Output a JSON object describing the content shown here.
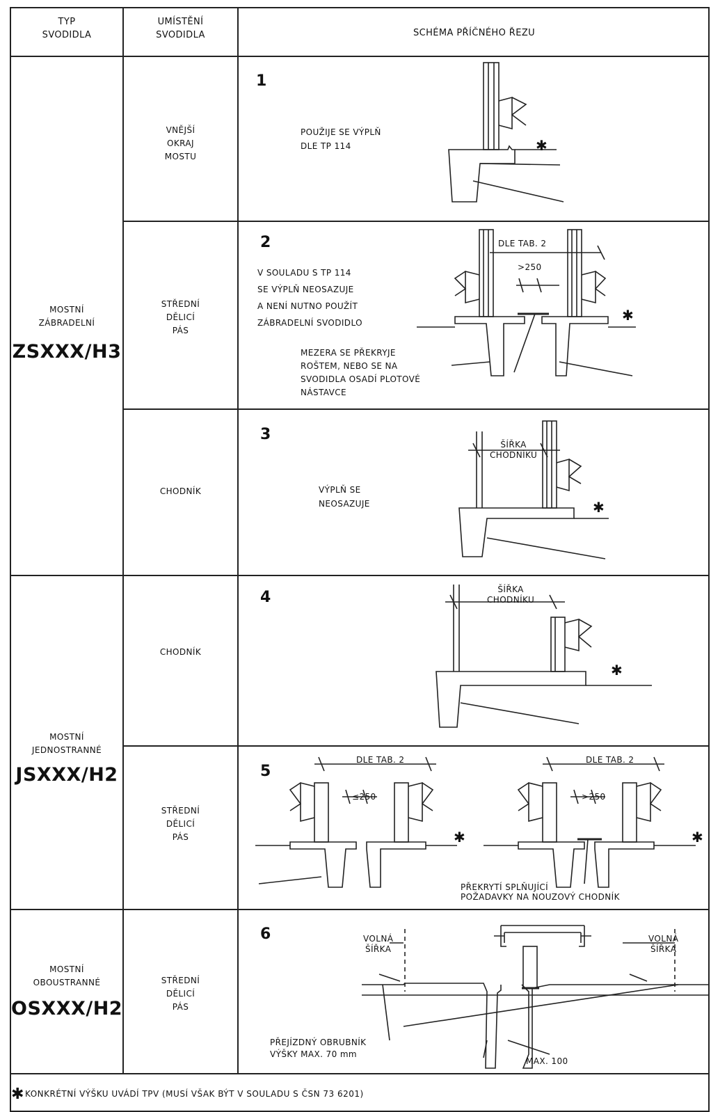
{
  "header": {
    "col1": "TYP\nSVODIDLA",
    "col2": "UMÍSTĚNÍ\nSVODIDLA",
    "col3": "SCHÉMA PŘÍČNÉHO ŘEZU"
  },
  "groups": [
    {
      "label": "MOSTNÍ\nZÁBRADELNÍ",
      "code": "ZSXXX/H3"
    },
    {
      "label": "MOSTNÍ\nJEDNOSTRANNÉ",
      "code": "JSXXX/H2"
    },
    {
      "label": "MOSTNÍ\nOBOUSTRANNÉ",
      "code": "OSXXX/H2"
    }
  ],
  "rows": [
    {
      "number": "1",
      "location": "VNĚJŠÍ\nOKRAJ\nMOSTU",
      "note": "POUŽIJE SE VÝPLŇ\nDLE TP 114"
    },
    {
      "number": "2",
      "location": "STŘEDNÍ\nDĚLICÍ\nPÁS",
      "note": "V SOULADU S TP 114\nSE VÝPLŇ NEOSAZUJE\nA NENÍ NUTNO POUŽÍT\nZÁBRADELNÍ SVODIDLO",
      "dim_label": "DLE TAB. 2",
      "gap_label": ">250",
      "gap_note": "MEZERA SE PŘEKRYJE\nROŠTEM, NEBO SE NA\nSVODIDLA OSADÍ PLOTOVÉ\nNÁSTAVCE"
    },
    {
      "number": "3",
      "location": "CHODNÍK",
      "note": "VÝPLŇ SE\nNEOSAZUJE",
      "dim_label": "ŠÍŘKA\nCHODNÍKU"
    },
    {
      "number": "4",
      "location": "CHODNÍK",
      "note": "",
      "dim_label": "ŠÍŘKA\nCHODNÍKU"
    },
    {
      "number": "5",
      "location": "STŘEDNÍ\nDĚLICÍ\nPÁS",
      "dim_label_left": "DLE TAB. 2",
      "dim_label_right": "DLE TAB. 2",
      "gap_left": "≤250",
      "gap_right": ">250",
      "cover_note": "PŘEKRYTÍ SPLŇUJÍCÍ\nPOŽADAVKY NA NOUZOVÝ CHODNÍK"
    },
    {
      "number": "6",
      "location": "STŘEDNÍ\nDĚLICÍ\nPÁS",
      "free_left": "VOLNÁ\nŠÍŘKA",
      "free_right": "VOLNÁ\nŠÍŘKA",
      "curb_note": "PŘEJÍZDNÝ OBRUBNÍK\nVÝŠKY MAX. 70 mm",
      "max_label": "MAX. 100"
    }
  ],
  "marker": "✱",
  "footnote": "KONKRÉTNÍ VÝŠKU UVÁDÍ TPV (MUSÍ VŠAK BÝT V SOULADU S ČSN 73 6201)"
}
